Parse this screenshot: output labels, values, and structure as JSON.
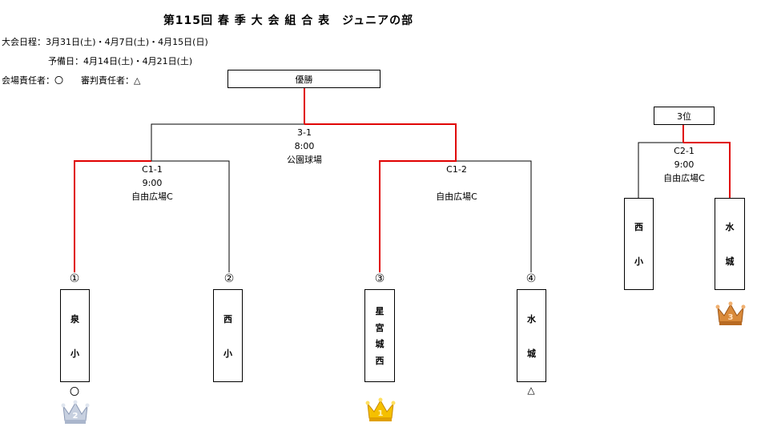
{
  "title": "第115回 春 季 大 会 組 合 表　ジュニアの部",
  "header": {
    "schedule": "大会日程：3月31日(土)・4月7日(土)・4月15日(日)",
    "reserve": "予備日：4月14日(土)・4月21日(土)",
    "officials": "会場責任者：〇　　審判責任者：△"
  },
  "bracket": {
    "champion_label": "優勝",
    "third_label": "3位",
    "final": {
      "code": "3-1",
      "time": "8:00",
      "venue": "公園球場"
    },
    "semi1": {
      "code": "C1-1",
      "time": "9:00",
      "venue": "自由広場C"
    },
    "semi2": {
      "code": "C1-2",
      "venue": "自由広場C"
    },
    "third_match": {
      "code": "C2-1",
      "time": "9:00",
      "venue": "自由広場C"
    },
    "teams": [
      {
        "num": "①",
        "chars": [
          "泉",
          "小"
        ],
        "mark": "〇",
        "crown": "2"
      },
      {
        "num": "②",
        "chars": [
          "西",
          "小"
        ]
      },
      {
        "num": "③",
        "chars": [
          "星",
          "宮",
          "城",
          "西"
        ],
        "crown": "1"
      },
      {
        "num": "④",
        "chars": [
          "水",
          "城"
        ],
        "mark": "△"
      }
    ],
    "third_teams": [
      {
        "chars": [
          "西",
          "小"
        ]
      },
      {
        "chars": [
          "水",
          "城"
        ],
        "crown": "3"
      }
    ]
  },
  "colors": {
    "win": "#e00000",
    "line": "#000000",
    "gold": "#f0b400",
    "silver": "#b8c4d8",
    "bronze": "#c87a2c"
  }
}
